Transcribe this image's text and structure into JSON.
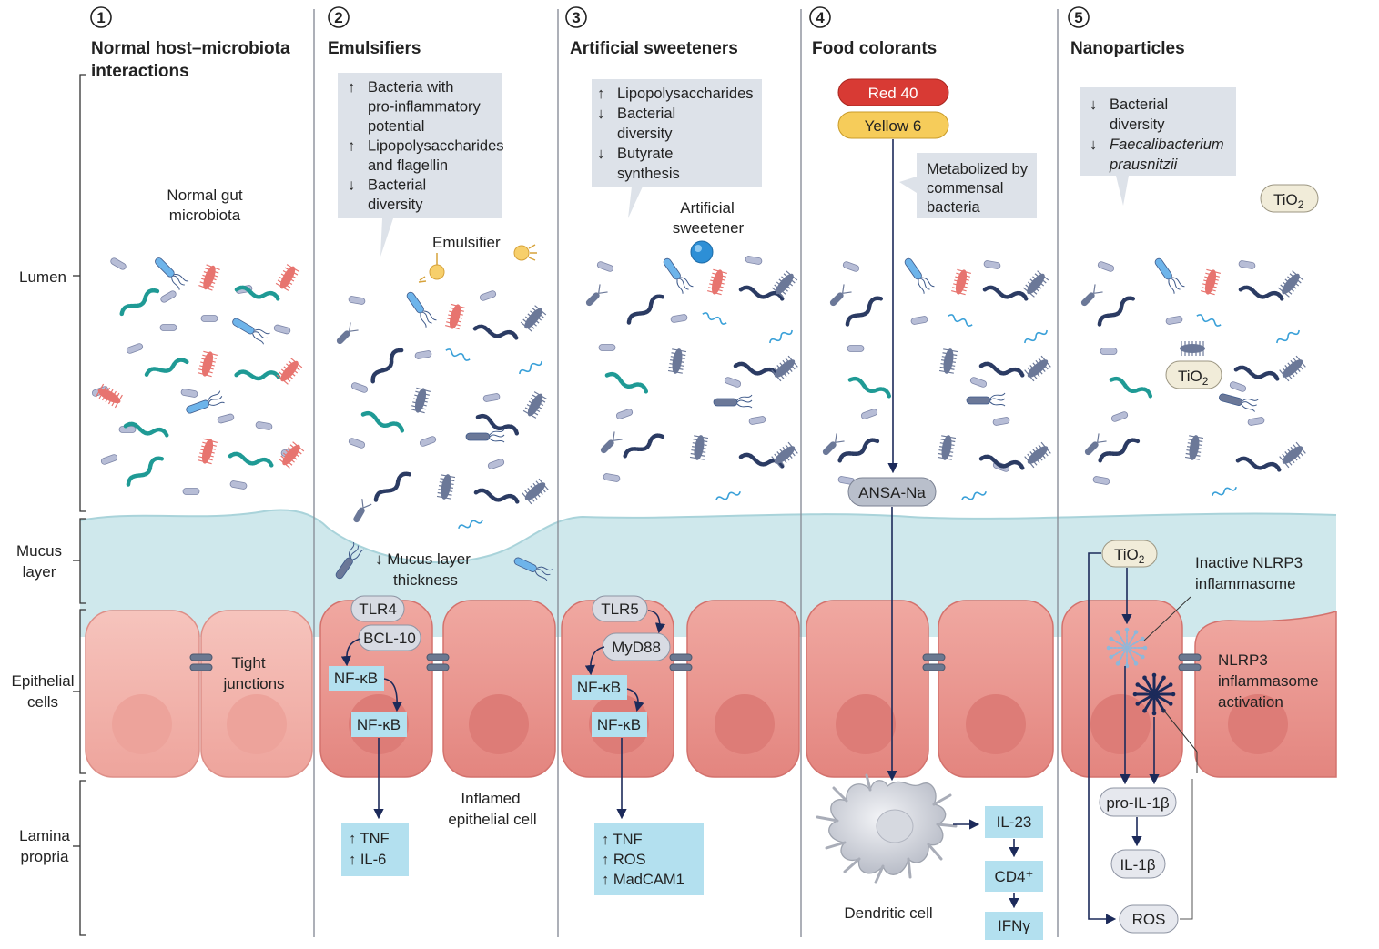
{
  "panels": [
    {
      "num": "1",
      "title_lines": [
        "Normal host–microbiota",
        "interactions"
      ]
    },
    {
      "num": "2",
      "title_lines": [
        "Emulsifiers"
      ]
    },
    {
      "num": "3",
      "title_lines": [
        "Artificial sweeteners"
      ]
    },
    {
      "num": "4",
      "title_lines": [
        "Food colorants"
      ]
    },
    {
      "num": "5",
      "title_lines": [
        "Nanoparticles"
      ]
    }
  ],
  "layers": {
    "lumen": [
      "Lumen"
    ],
    "mucus": [
      "Mucus",
      "layer"
    ],
    "epithelial": [
      "Epithelial",
      "cells"
    ],
    "lamina": [
      "Lamina",
      "propria"
    ]
  },
  "p1": {
    "microbiota": [
      "Normal gut",
      "microbiota"
    ],
    "tight": [
      "Tight",
      "junctions"
    ]
  },
  "p2": {
    "callout": [
      {
        "arrow": "↑",
        "text": "Bacteria with"
      },
      {
        "arrow": "",
        "text": "pro-inflammatory"
      },
      {
        "arrow": "",
        "text": "potential"
      },
      {
        "arrow": "↑",
        "text": "Lipopolysaccharides"
      },
      {
        "arrow": "",
        "text": "and flagellin"
      },
      {
        "arrow": "↓",
        "text": "Bacterial"
      },
      {
        "arrow": "",
        "text": "diversity"
      }
    ],
    "emulsifier": "Emulsifier",
    "mucus": [
      "↓  Mucus layer",
      "thickness"
    ],
    "tlr4": "TLR4",
    "bcl10": "BCL-10",
    "nfkb1": "NF-κB",
    "nfkb2": "NF-κB",
    "out": [
      "↑ TNF",
      "↑ IL-6"
    ],
    "inflamed": [
      "Inflamed",
      "epithelial cell"
    ]
  },
  "p3": {
    "callout": [
      {
        "arrow": "↑",
        "text": "Lipopolysaccharides"
      },
      {
        "arrow": "↓",
        "text": "Bacterial"
      },
      {
        "arrow": "",
        "text": "diversity"
      },
      {
        "arrow": "↓",
        "text": "Butyrate"
      },
      {
        "arrow": "",
        "text": "synthesis"
      }
    ],
    "sweetener": [
      "Artificial",
      "sweetener"
    ],
    "tlr5": "TLR5",
    "myd88": "MyD88",
    "nfkb1": "NF-κB",
    "nfkb2": "NF-κB",
    "out": [
      "↑ TNF",
      "↑ ROS",
      "↑ MadCAM1"
    ]
  },
  "p4": {
    "red40": "Red 40",
    "yellow6": "Yellow 6",
    "callout": [
      "Metabolized by",
      "commensal",
      "bacteria"
    ],
    "ansa": "ANSA-Na",
    "dendritic": "Dendritic cell",
    "il23": "IL-23",
    "cd4": "CD4⁺",
    "ifng": "IFNγ"
  },
  "p5": {
    "callout": [
      {
        "arrow": "↓",
        "text": "Bacterial",
        "italic": false
      },
      {
        "arrow": "",
        "text": "diversity",
        "italic": false
      },
      {
        "arrow": "↓",
        "text": "Faecalibacterium",
        "italic": true
      },
      {
        "arrow": "",
        "text": "prausnitzii",
        "italic": true
      }
    ],
    "tio2_base": "TiO",
    "tio2_sub": "2",
    "inactive": [
      "Inactive NLRP3",
      "inflammasome"
    ],
    "activation": [
      "NLRP3",
      "inflammasome",
      "activation"
    ],
    "proil": "pro-IL-1β",
    "il1b": "IL-1β",
    "ros": "ROS"
  },
  "colors": {
    "mucus": "#cfe8ec",
    "cell_fill": "#f2b5ae",
    "cell_inflamed": "#eb9892",
    "cell_stroke": "#d9827c",
    "box_blue": "#b3e0ef",
    "callout_grey": "#dde2e9",
    "arrow_navy": "#1c2a5a",
    "red40": "#d83a34",
    "yellow6": "#f6cc5a"
  }
}
